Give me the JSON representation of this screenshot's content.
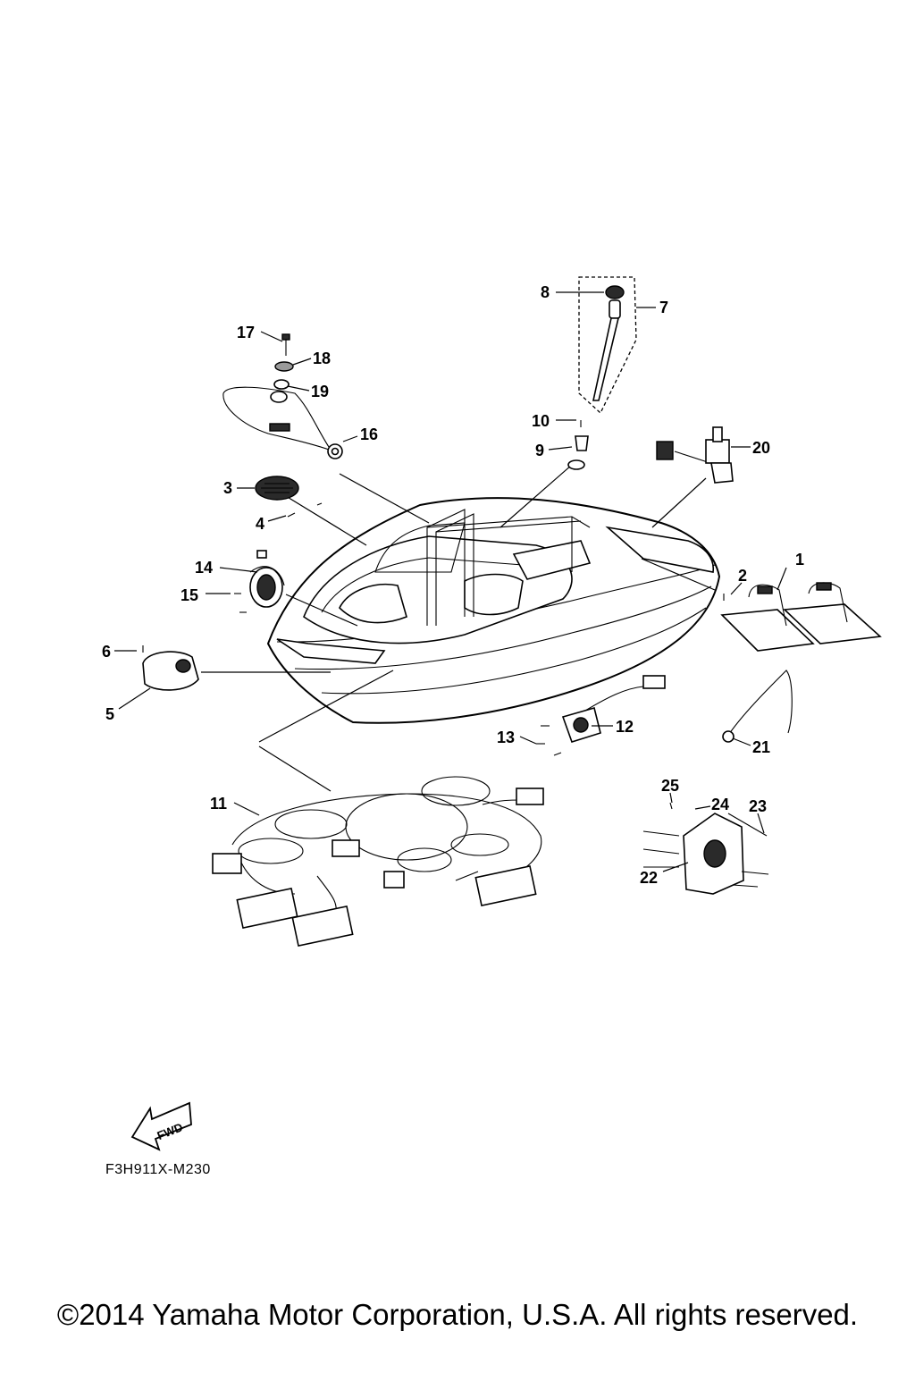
{
  "diagram": {
    "drawing_code": "F3H911X-M230",
    "fwd_label": "FWD",
    "copyright": "©2014 Yamaha Motor Corporation, U.S.A. All rights reserved.",
    "callouts": [
      "1",
      "2",
      "3",
      "4",
      "5",
      "6",
      "7",
      "8",
      "9",
      "10",
      "11",
      "12",
      "13",
      "14",
      "15",
      "16",
      "17",
      "18",
      "19",
      "20",
      "21",
      "22",
      "23",
      "24",
      "25"
    ]
  }
}
